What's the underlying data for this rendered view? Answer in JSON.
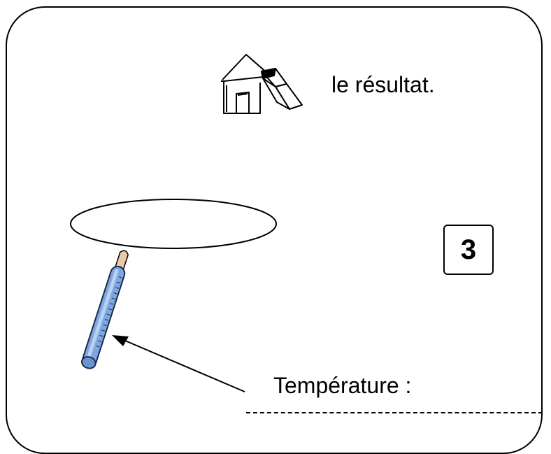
{
  "instruction": {
    "icon": "house-and-eraser-icon",
    "text": "le résultat."
  },
  "page_number": "3",
  "answer_area": {
    "bubble_icon": "empty-answer-bubble",
    "thermometer_icon": "thermometer-icon",
    "label": "Température :"
  },
  "colors": {
    "thermometer_fill": "#7ea6e0",
    "thermometer_tip": "#e8c9a8",
    "line": "#000000"
  }
}
